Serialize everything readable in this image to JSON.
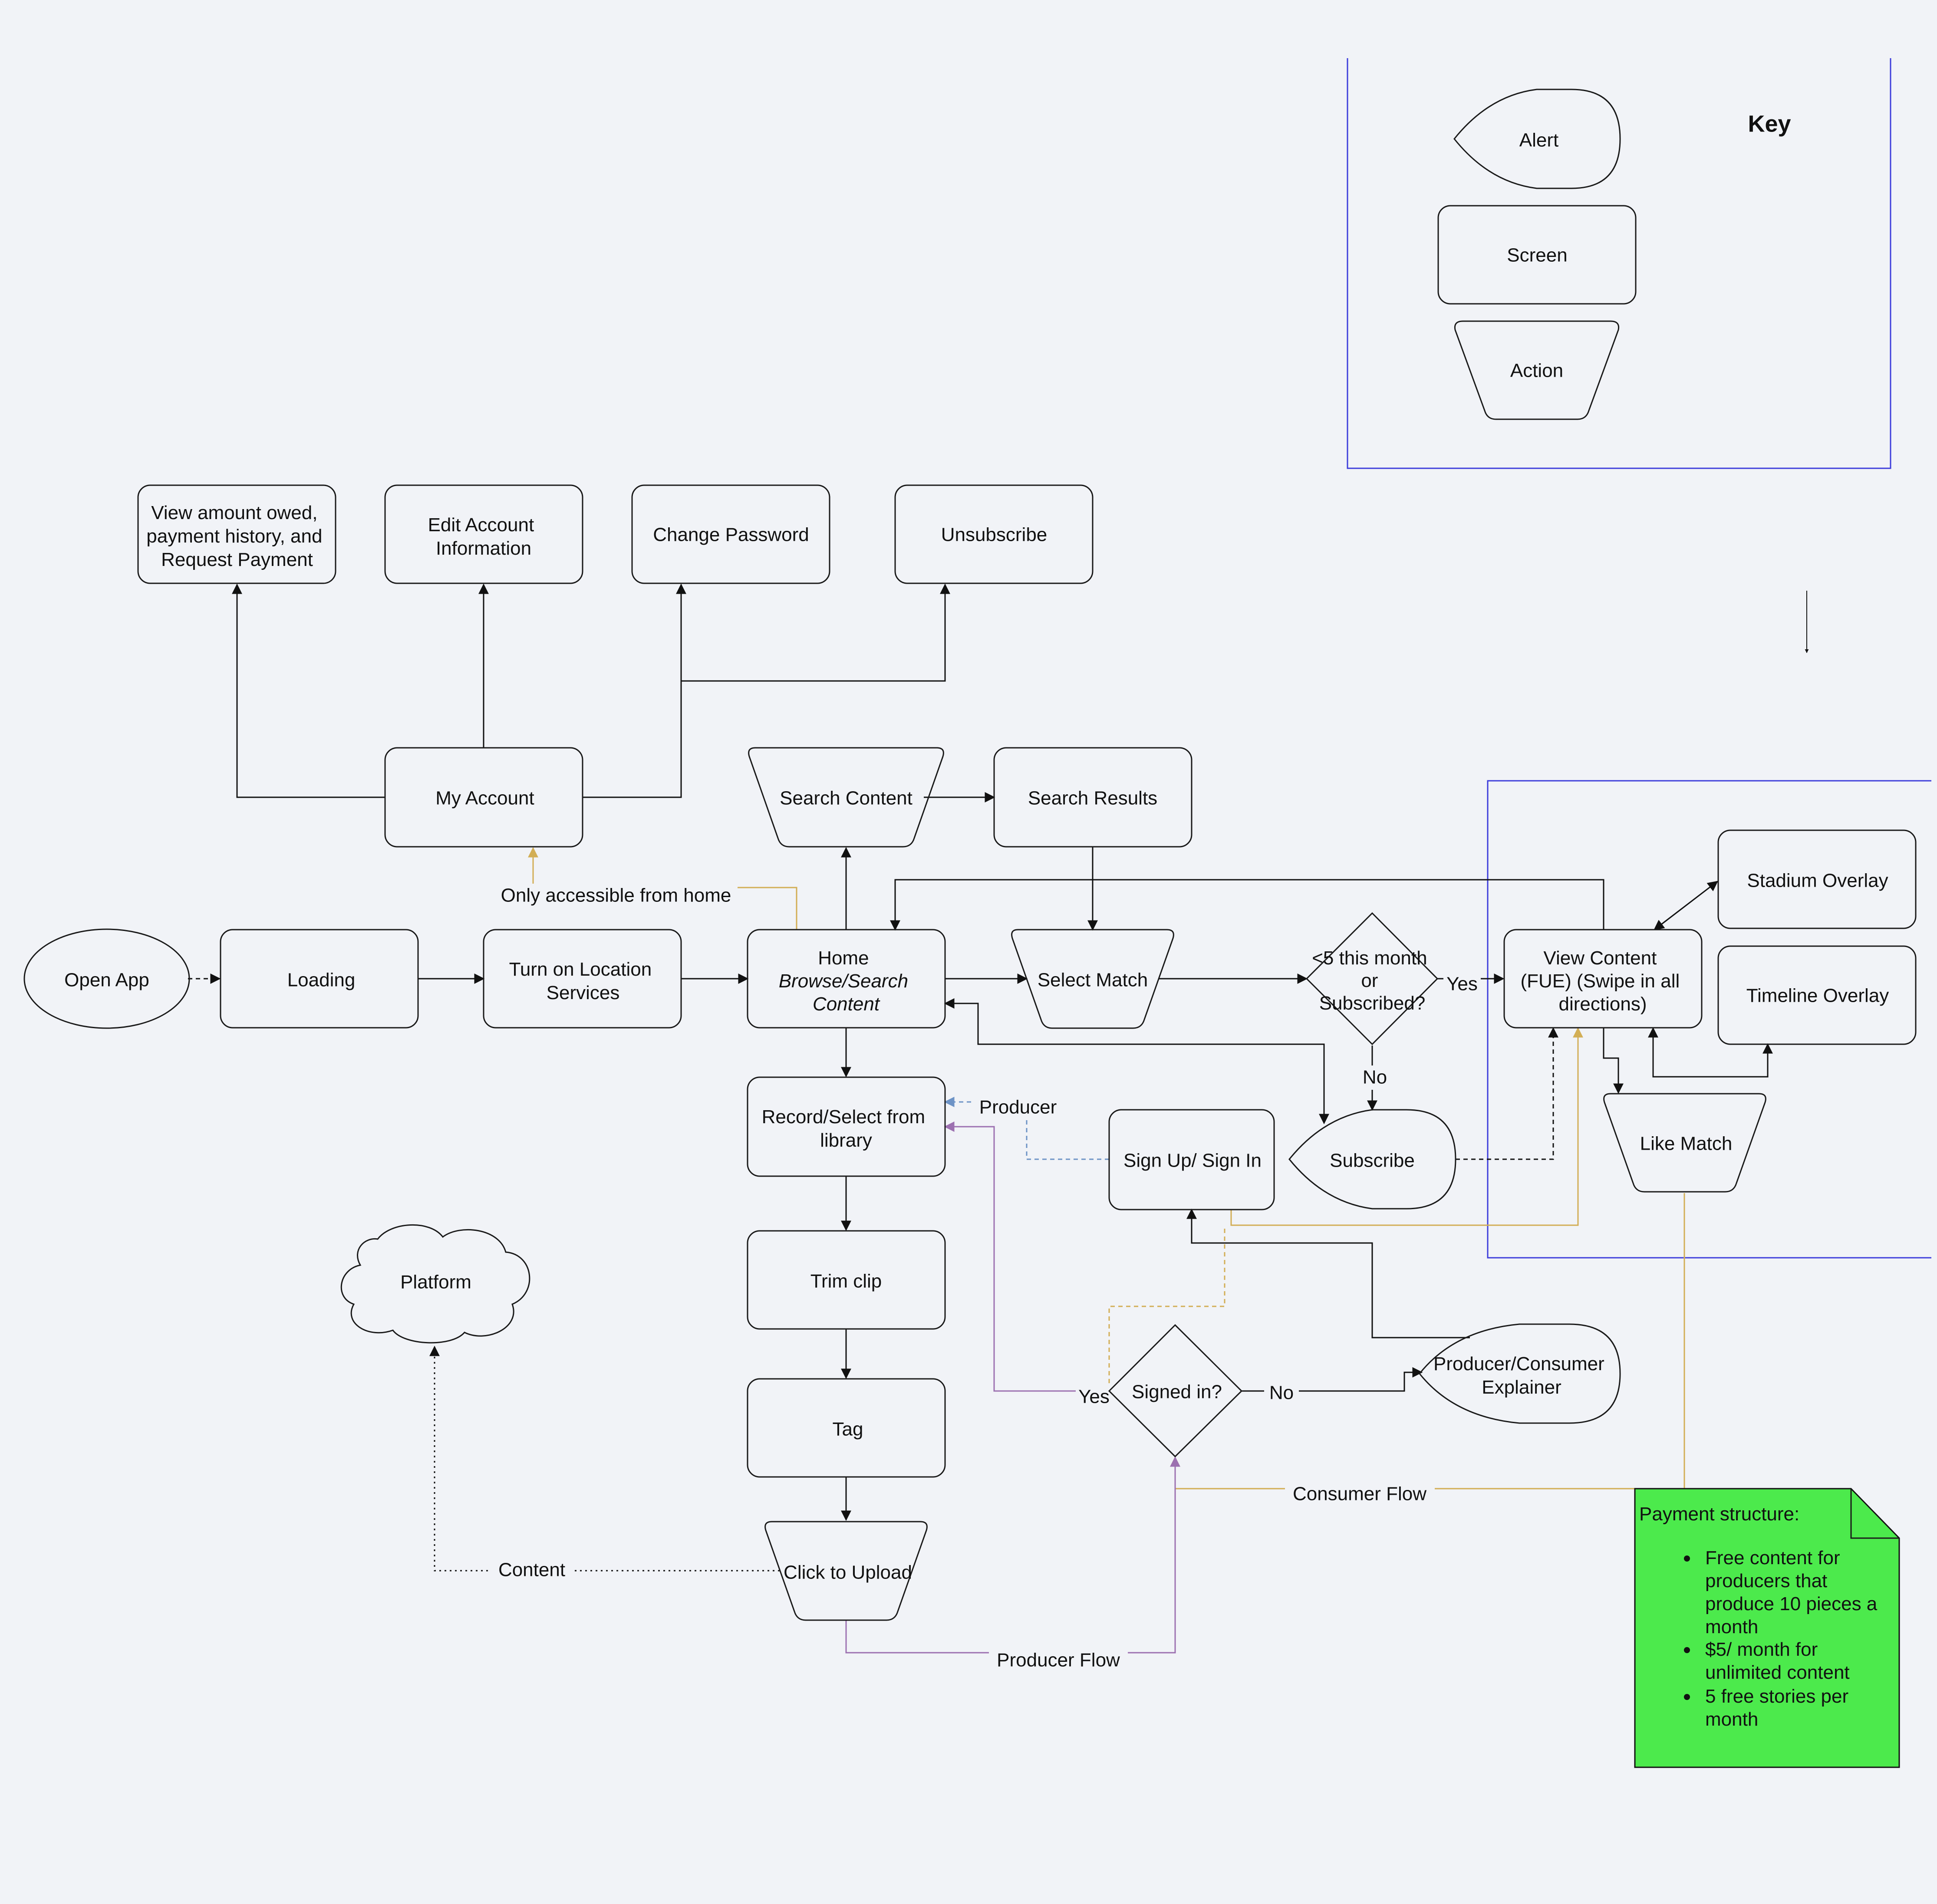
{
  "key": {
    "title": "Key",
    "alert": "Alert",
    "screen": "Screen",
    "action": "Action"
  },
  "nodes": {
    "view_owed": [
      "View amount owed,",
      "payment history, and",
      "Request Payment"
    ],
    "edit_account": [
      "Edit Account",
      "Information"
    ],
    "change_password": "Change Password",
    "unsubscribe": "Unsubscribe",
    "my_account": "My Account",
    "search_content": "Search Content",
    "search_results": "Search Results",
    "open_app": "Open App",
    "loading": "Loading",
    "location": [
      "Turn on Location",
      "Services"
    ],
    "home": [
      "Home",
      "Browse/Search",
      "Content"
    ],
    "select_match": "Select Match",
    "limit_check": [
      "<5 this month",
      "or",
      "Subscribed?"
    ],
    "view_content": [
      "View Content",
      "(FUE) (Swipe in all",
      "directions)"
    ],
    "stadium_overlay": "Stadium Overlay",
    "timeline_overlay": "Timeline Overlay",
    "record": [
      "Record/Select from",
      "library"
    ],
    "sign_up": "Sign Up/ Sign In",
    "subscribe": "Subscribe",
    "like_match": "Like Match",
    "platform": "Platform",
    "trim": "Trim clip",
    "tag": "Tag",
    "signed_in": "Signed in?",
    "explainer": [
      "Producer/Consumer",
      "Explainer"
    ],
    "upload": "Click to Upload"
  },
  "edge_labels": {
    "only_home": "Only accessible from home",
    "yes_view": "Yes",
    "no_subscribe": "No",
    "producer": "Producer",
    "yes_signed": "Yes",
    "no_signed": "No",
    "consumer_flow": "Consumer Flow",
    "content": "Content",
    "producer_flow": "Producer Flow"
  },
  "payment_note": {
    "title": "Payment structure:",
    "items": [
      [
        "Free content for",
        "producers that",
        "produce 10 pieces a",
        "month"
      ],
      [
        "$5/ month for",
        "unlimited content"
      ],
      [
        "5 free stories per",
        "month"
      ]
    ]
  },
  "colors": {
    "background": "#f1f3f7",
    "region": "#3d3ddb",
    "gold": "#d2ae55",
    "purple": "#9c70b0",
    "blue": "#6d93c6",
    "note": "#4cea4c"
  }
}
